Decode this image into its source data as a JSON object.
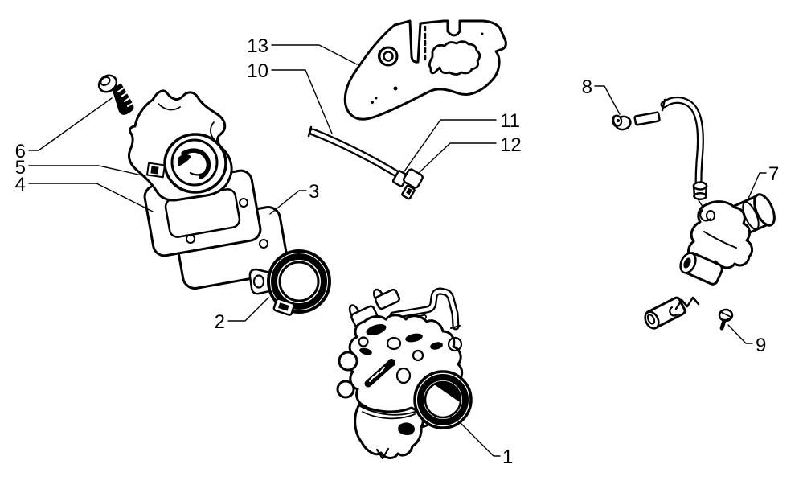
{
  "diagram": {
    "kind": "exploded-parts-drawing",
    "background_color": "#ffffff",
    "line_color": "#000000"
  },
  "callouts": [
    {
      "label": "1",
      "part": "carburetor-body"
    },
    {
      "label": "2",
      "part": "clamp-ring"
    },
    {
      "label": "3",
      "part": "gasket-lower"
    },
    {
      "label": "4",
      "part": "spacer-gasket"
    },
    {
      "label": "5",
      "part": "intake-manifold"
    },
    {
      "label": "6",
      "part": "screw-bolt"
    },
    {
      "label": "7",
      "part": "oil-pump"
    },
    {
      "label": "8",
      "part": "bushing"
    },
    {
      "label": "9",
      "part": "screw-small"
    },
    {
      "label": "10",
      "part": "hose"
    },
    {
      "label": "11",
      "part": "hose-ferrule"
    },
    {
      "label": "12",
      "part": "elbow-fitting"
    },
    {
      "label": "13",
      "part": "shield-gasket"
    }
  ]
}
